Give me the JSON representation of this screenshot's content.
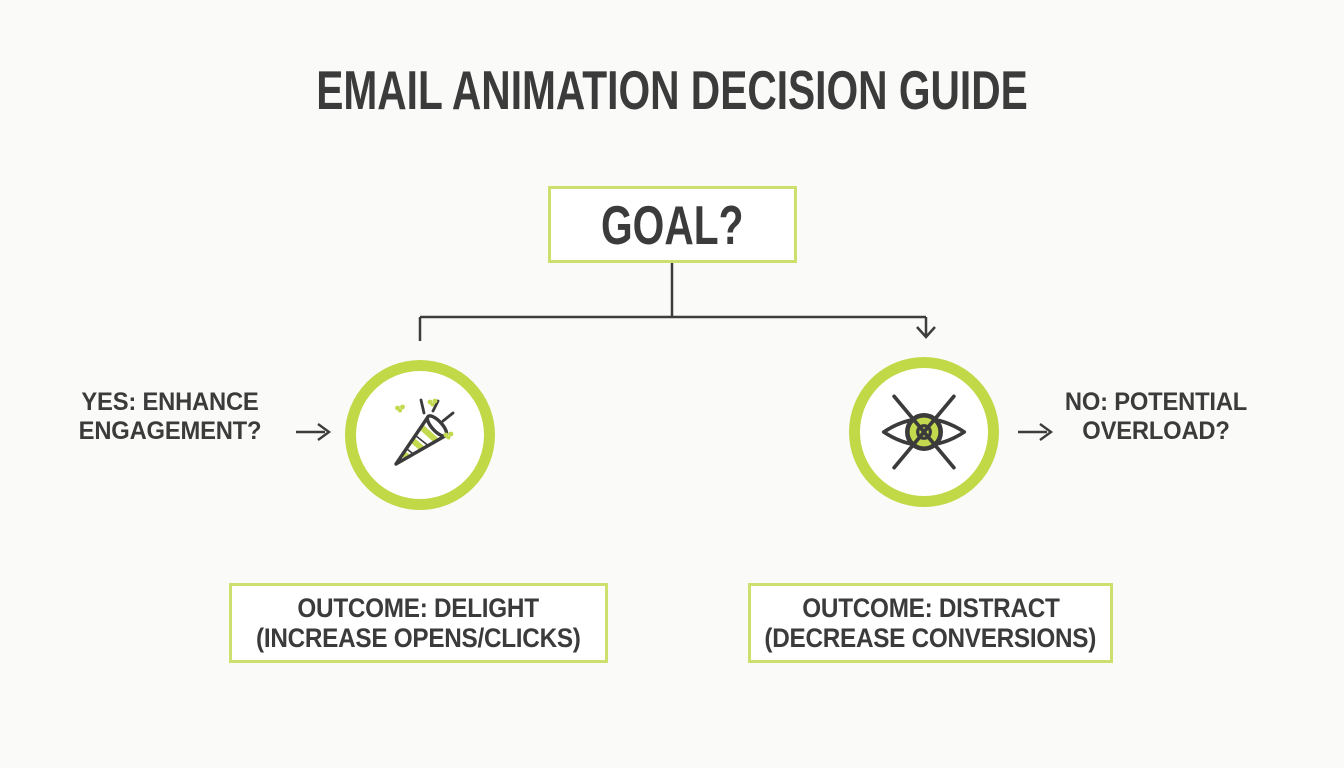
{
  "title": "EMAIL ANIMATION DECISION GUIDE",
  "colors": {
    "background": "#fafaf8",
    "accent_ring": "#c1d847",
    "accent_border": "#cde06e",
    "accent_fill": "#c3d94e",
    "text": "#3b3b3b",
    "line": "#3d3d3d"
  },
  "goal_box": {
    "label": "GOAL?"
  },
  "left_branch": {
    "question": {
      "line1": "YES: ENHANCE",
      "line2": "ENGAGEMENT?"
    },
    "arrow_icon": "arrow-right-icon",
    "node_icon": "party-popper-icon",
    "outcome": {
      "line1": "OUTCOME: DELIGHT",
      "line2": "(INCREASE OPENS/CLICKS)"
    }
  },
  "right_branch": {
    "question": {
      "line1": "NO: POTENTIAL",
      "line2": "OVERLOAD?"
    },
    "arrow_icon": "arrow-right-icon",
    "node_icon": "eye-crossed-icon",
    "outcome": {
      "line1": "OUTCOME: DISTRACT",
      "line2": "(DECREASE CONVERSIONS)"
    }
  }
}
